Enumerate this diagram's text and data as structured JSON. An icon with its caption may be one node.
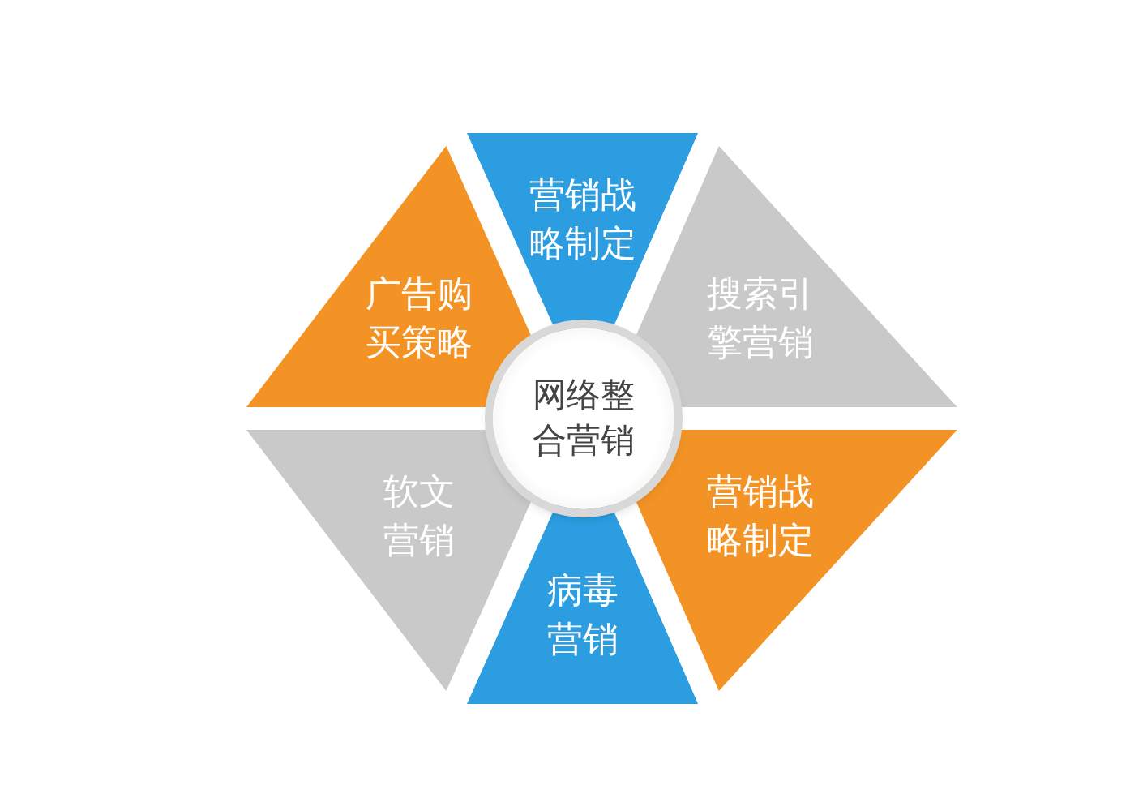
{
  "diagram": {
    "nodes": [
      {
        "text": [
          "营销战略制定"
        ]
      },
      {
        "text": [
          "广告购买策略"
        ]
      },
      {
        "text": [
          "网络整合营销"
        ]
      },
      {
        "text": [
          "搜索引擎营销"
        ]
      },
      {
        "text": [
          "软文营销"
        ]
      },
      {
        "text": [
          "营销战略制定"
        ]
      },
      {
        "text": [
          "病毒营销"
        ]
      }
    ]
  }
}
